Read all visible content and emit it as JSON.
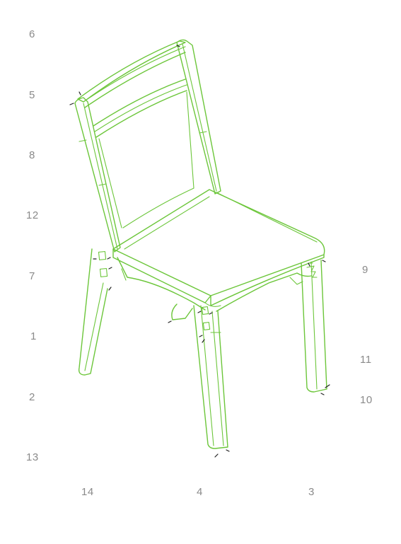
{
  "labels": {
    "left": [
      "6",
      "5",
      "8",
      "12",
      "7",
      "1",
      "2",
      "13"
    ],
    "right": [
      "9",
      "11",
      "10"
    ],
    "bottom": [
      "14",
      "4",
      "3"
    ]
  },
  "colors": {
    "line": "#6cc63a",
    "label": "#8a8a8a",
    "background": "#ffffff"
  }
}
